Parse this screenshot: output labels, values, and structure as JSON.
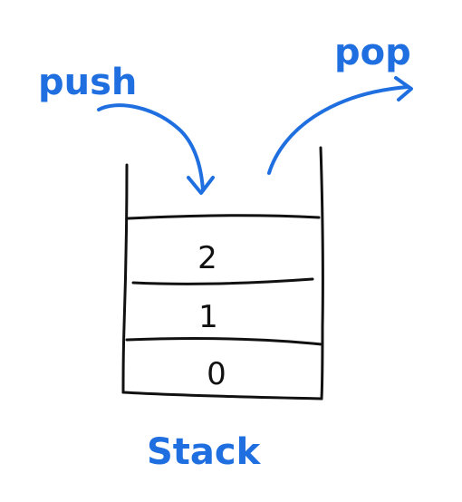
{
  "labels": {
    "push": "push",
    "pop": "pop",
    "stack": "Stack"
  },
  "stack_items": [
    "2",
    "1",
    "0"
  ],
  "colors": {
    "accent": "#1f6fe0",
    "ink": "#111111",
    "background": "#ffffff"
  }
}
